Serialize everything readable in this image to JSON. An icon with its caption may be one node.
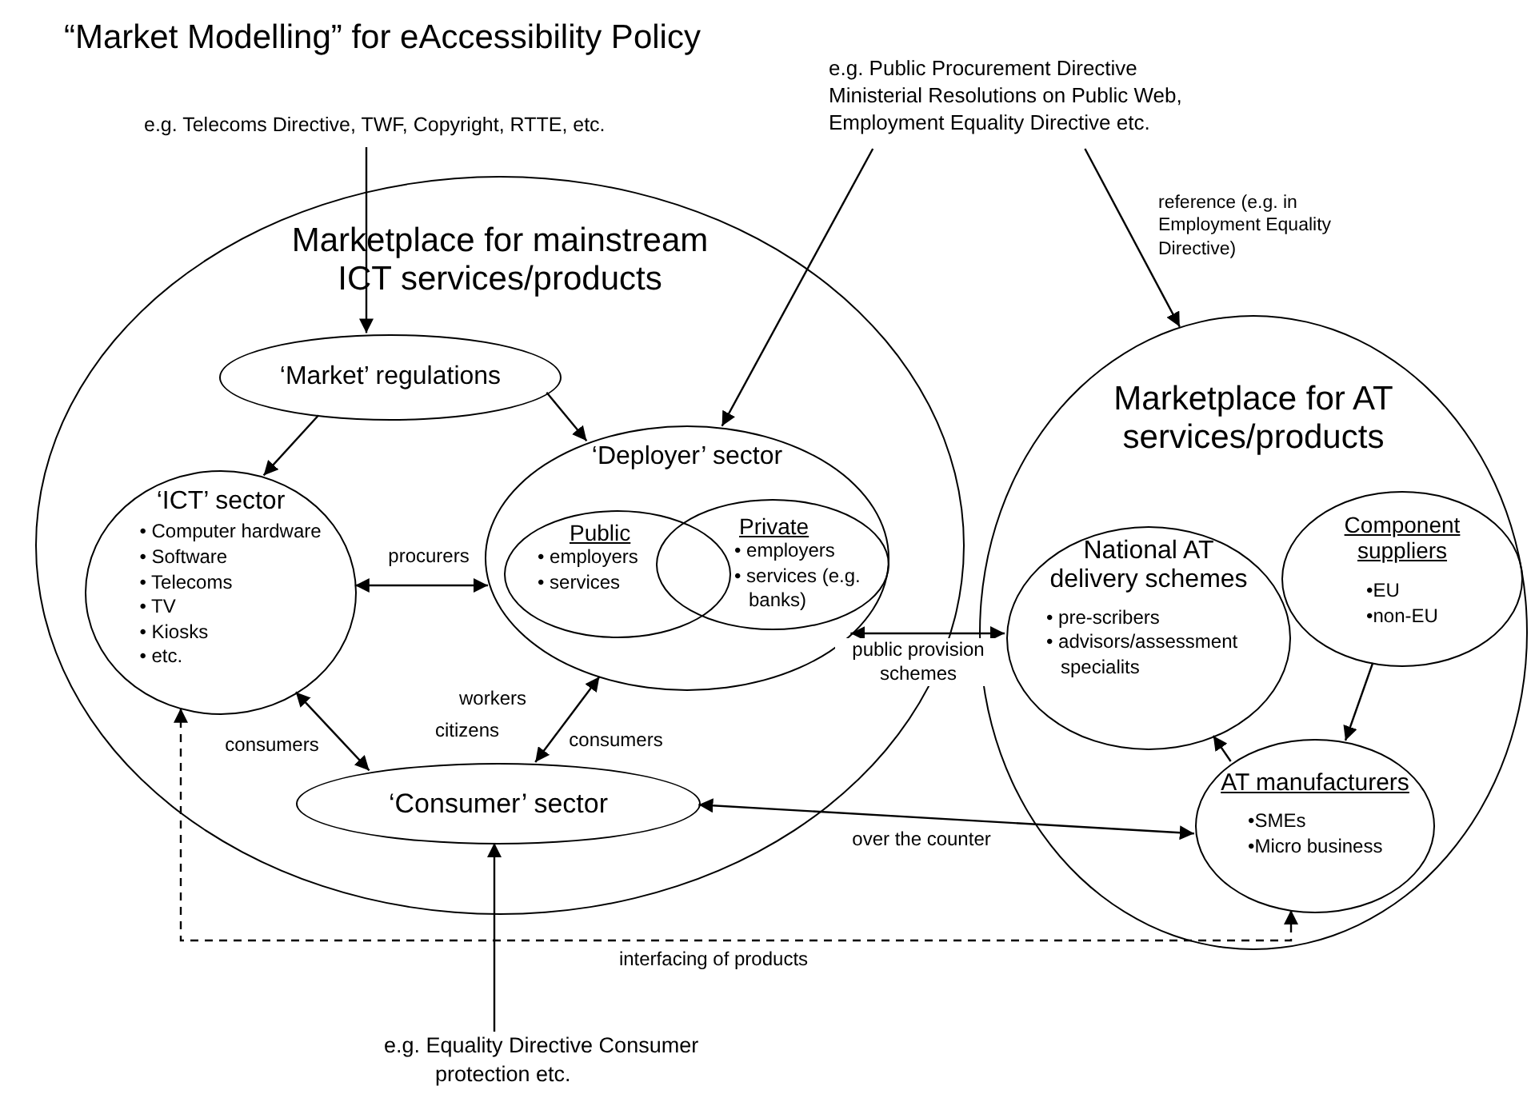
{
  "diagram": {
    "title": "“Market Modelling” for eAccessibility Policy",
    "nodes": [
      {
        "text": [
          "Marketplace for mainstream ICT services/products"
        ]
      },
      {
        "text": [
          "‘Market’ regulations"
        ],
        "in": 0
      },
      {
        "text": [
          "‘ICT’ sector",
          "• Computer hardware",
          "• Software",
          "• Telecoms",
          "• TV",
          "• Kiosks",
          "• etc."
        ],
        "in": 0
      },
      {
        "text": [
          "‘Deployer’ sector"
        ],
        "in": 0
      },
      {
        "text": [
          "Public",
          "• employers",
          "• services"
        ],
        "in": 3
      },
      {
        "text": [
          "Private",
          "• employers",
          "• services (e.g. banks)"
        ],
        "in": 3
      },
      {
        "text": [
          "‘Consumer’ sector"
        ],
        "in": 0
      },
      {
        "text": [
          "Marketplace for AT services/products"
        ]
      },
      {
        "text": [
          "National AT delivery schemes",
          "• pre-scribers",
          "• advisors/assessment specialits"
        ],
        "in": 7
      },
      {
        "text": [
          "Component suppliers",
          "•EU",
          "•non-EU"
        ],
        "in": 7
      },
      {
        "text": [
          "AT manufacturers",
          "•SMEs",
          "•Micro business"
        ],
        "in": 7
      },
      {
        "text": [
          "e.g. Telecoms Directive, TWF, Copyright, RTTE, etc."
        ]
      },
      {
        "text": [
          "e.g. Public Procurement Directive Ministerial Resolutions on Public Web, Employment Equality Directive etc."
        ]
      },
      {
        "text": [
          "e.g. Equality Directive Consumer protection etc."
        ]
      }
    ],
    "edges": [
      {
        "from": 11,
        "to": 1,
        "arrow": "to"
      },
      {
        "from": 12,
        "to": 3,
        "arrow": "to"
      },
      {
        "from": 12,
        "to": 7,
        "arrow": "to",
        "label": "reference (e.g. in Employment Equality Directive)"
      },
      {
        "from": 1,
        "to": 2,
        "arrow": "to"
      },
      {
        "from": 1,
        "to": 3,
        "arrow": "to"
      },
      {
        "from": 2,
        "to": 3,
        "arrow": "both",
        "label": "procurers"
      },
      {
        "from": 2,
        "to": 6,
        "arrow": "both",
        "label": "consumers"
      },
      {
        "from": 3,
        "to": 6,
        "arrow": "both",
        "label": "consumers"
      },
      {
        "from": 3,
        "to": 8,
        "arrow": "both",
        "label": "public provision schemes"
      },
      {
        "from": 6,
        "to": 10,
        "arrow": "both",
        "label": "over the counter"
      },
      {
        "from": 9,
        "to": 10,
        "arrow": "to"
      },
      {
        "from": 10,
        "to": 8,
        "arrow": "to"
      },
      {
        "from": 10,
        "to": 2,
        "arrow": "both",
        "style": "dashed",
        "label": "interfacing of products"
      },
      {
        "from": 13,
        "to": 6,
        "arrow": "to"
      }
    ],
    "labels": [
      "workers",
      "citizens"
    ]
  }
}
